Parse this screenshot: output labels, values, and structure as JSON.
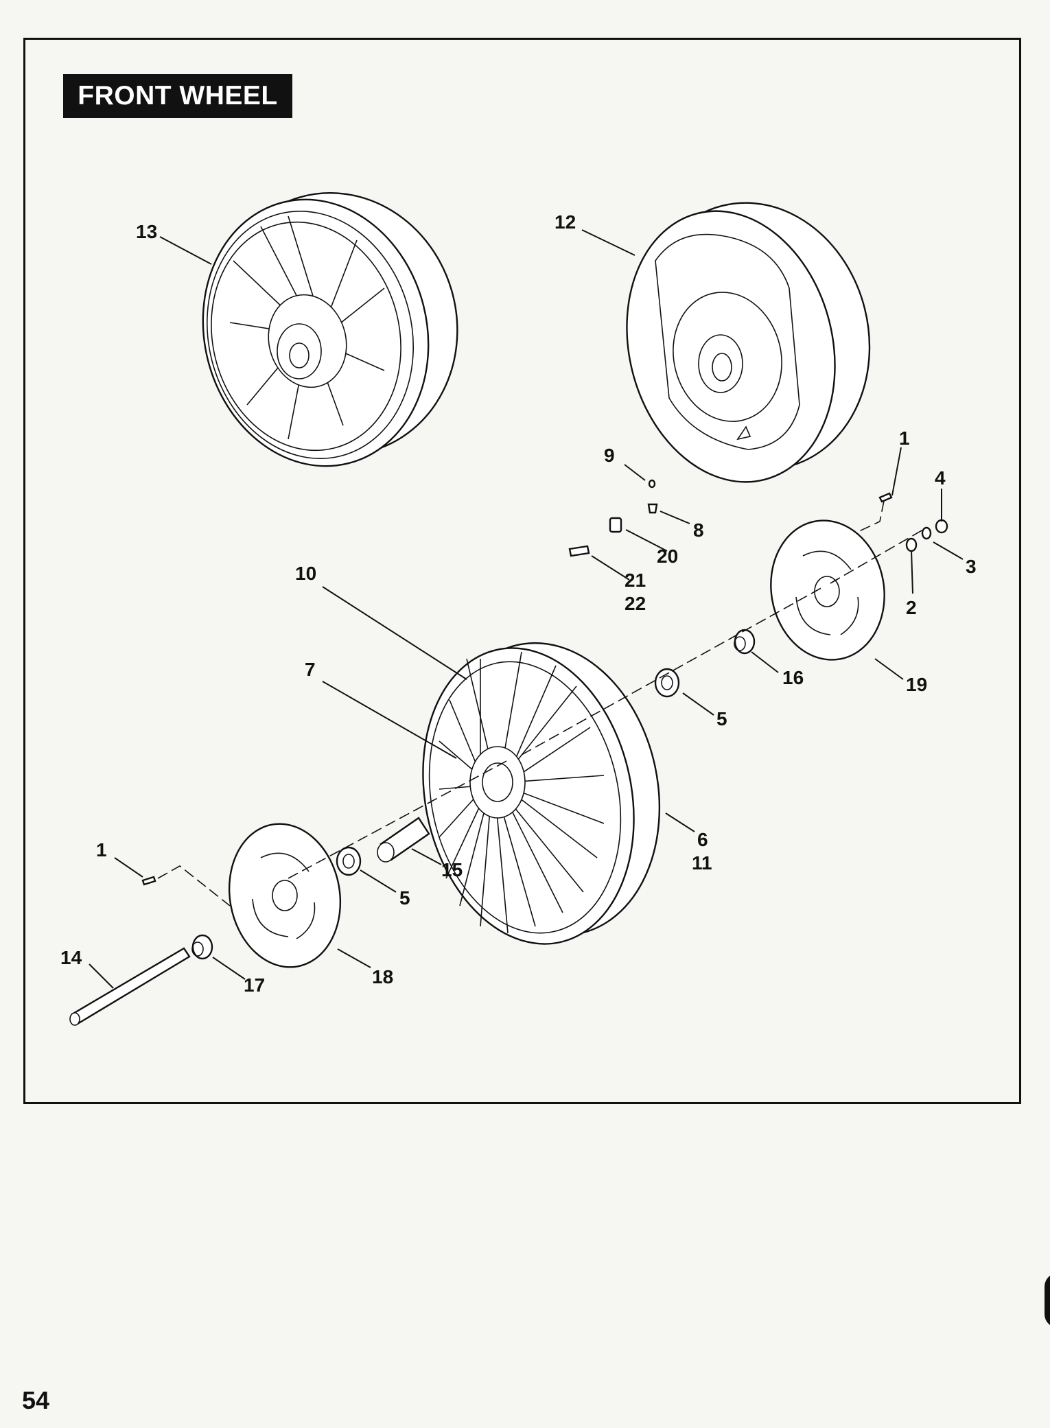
{
  "title": "FRONT WHEEL",
  "page_number": "54",
  "callouts": [
    "1",
    "1",
    "2",
    "3",
    "4",
    "5",
    "5",
    "6",
    "11",
    "7",
    "8",
    "9",
    "10",
    "12",
    "13",
    "14",
    "15",
    "16",
    "17",
    "18",
    "19",
    "20",
    "21",
    "22"
  ]
}
